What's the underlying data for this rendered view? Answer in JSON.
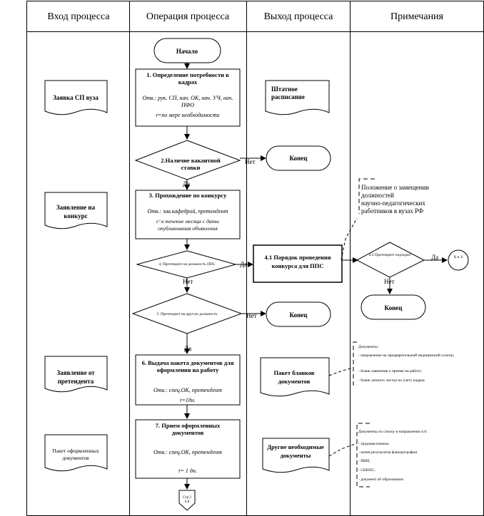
{
  "columns": [
    "Вход процесса",
    "Операция процесса",
    "Выход процесса",
    "Примечания"
  ],
  "inputs": {
    "request_sp": "Заявка СП вуза",
    "application_competition": "Заявление на конкурс",
    "application_candidate": "Заявление от претендента",
    "package_docs": "Пакет оформленных документов"
  },
  "ops": {
    "start": "Начало",
    "step1_title": "1. Определение потребности в кадрах",
    "step1_resp": "Отв.: рук. СП, нач. ОК, нач. УЧ, нач. ПФО",
    "step1_time": "t=по мере необходимости",
    "d2": "2.Наличие вакантной ставки",
    "step3_title": "3. Прохождение по конкурсу",
    "step3_resp": "Отв.: зав.кафедрой, претендент",
    "step3_time": "t=в течение месяца с даты опубликования объявления",
    "d4": "4. Претендент на должность ППС",
    "d5": "5. Претендент на другую должность",
    "step6_title": "6. Выдача пакета документов для оформления на работу",
    "step6_resp": "Отв.: спец.ОК, претендент",
    "step6_time": "t=1дн.",
    "step7_title": "7. Прием оформленных документов",
    "step7_resp": "Отв.: спец.ОК, претендент",
    "step7_time": "t= 1 дн.",
    "connector_bottom": "Стр 2 п.8"
  },
  "outputs": {
    "staff_schedule": "Штатное расписание",
    "end1": "Конец",
    "step41": "4.1 Порядок проведения конкурса для ППС",
    "end2": "Конец",
    "blank_package": "Пакет бланков документов",
    "other_docs": "Другие необходимые документы"
  },
  "notes": {
    "regulation": "Положение о замещении должностей научно-педагогических работников в вузах РФ",
    "d42": "4.2 Претендент подходит",
    "end3": "Конец",
    "connector": "К в. 6",
    "blank_note_1": "Документы:",
    "blank_note_2": "- направление на предварительный медицинский осмотр;",
    "blank_note_3": "- бланк заявления о приеме на работу;",
    "blank_note_4": "- бланк личного листка по учету кадров",
    "docs_note_1": "Документы по списку в направлении п.6:",
    "docs_note_2": "- трудовая книжка",
    "docs_note_3": "- копия результатов флюорографии",
    "docs_note_4": "- ИНН;",
    "docs_note_5": "- СНИЛС;",
    "docs_note_6": "- документ об образовании"
  },
  "labels": {
    "yes": "Да",
    "no": "Нет"
  }
}
